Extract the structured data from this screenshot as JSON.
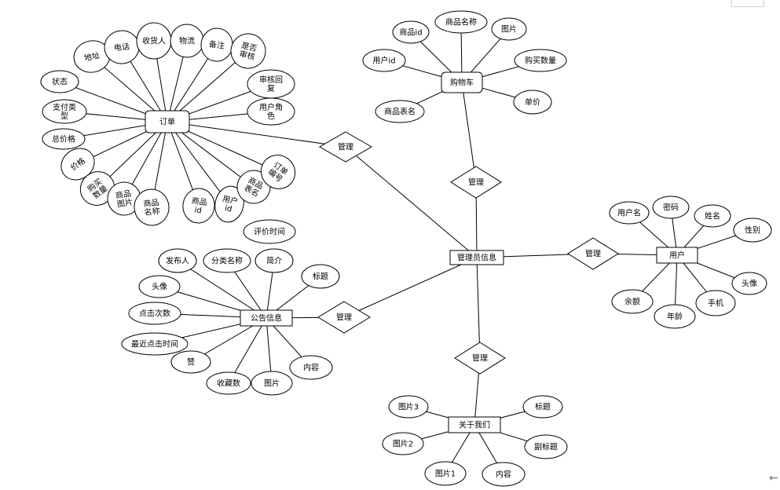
{
  "diagram": {
    "entities": {
      "admin": "管理员信息",
      "order": "订单",
      "cart": "购物车",
      "user": "用户",
      "notice": "公告信息",
      "about": "关于我们"
    },
    "relations": {
      "r_order": "管理",
      "r_cart": "管理",
      "r_user": "管理",
      "r_notice": "管理",
      "r_about": "管理"
    },
    "attributes": {
      "order": [
        "地址",
        "电话",
        "收货人",
        "物流",
        "备注",
        "是否审核",
        "审核回复",
        "用户角色",
        "状态",
        "支付类型",
        "总价格",
        "价格",
        "购买数量",
        "商品图片",
        "商品名称",
        "商品id",
        "用户id",
        "商品表名",
        "订单编号"
      ],
      "cart": [
        "商品id",
        "商品名称",
        "图片",
        "用户id",
        "购买数量",
        "商品表名",
        "单价"
      ],
      "user": [
        "用户名",
        "密码",
        "姓名",
        "性别",
        "头像",
        "手机",
        "年龄",
        "余额"
      ],
      "notice": [
        "发布人",
        "分类名称",
        "简介",
        "标题",
        "头像",
        "点击次数",
        "最近点击时间",
        "赞",
        "收藏数",
        "图片",
        "内容"
      ],
      "about": [
        "图片3",
        "标题",
        "图片2",
        "副标题",
        "图片1",
        "内容"
      ],
      "standalone": [
        "评价时间"
      ]
    }
  },
  "ui": {
    "back_icon": "←"
  }
}
